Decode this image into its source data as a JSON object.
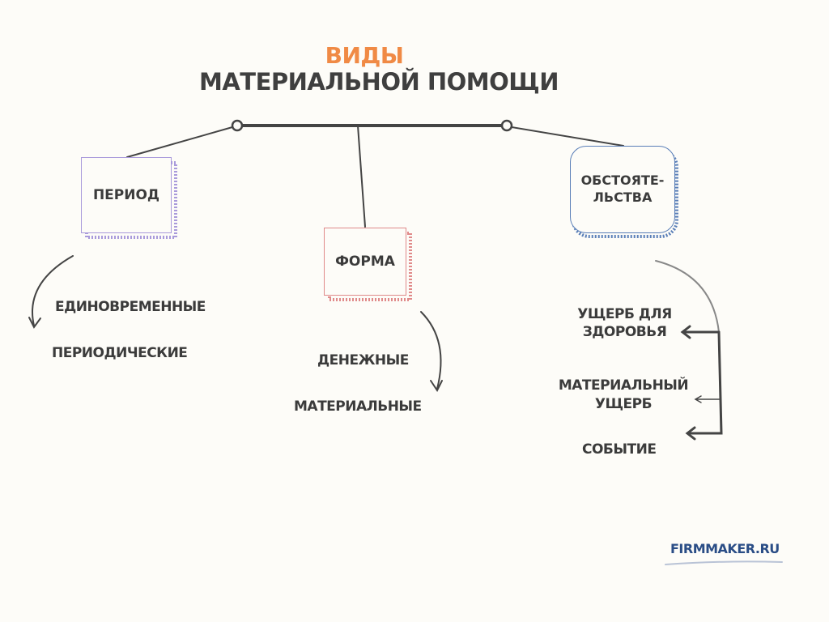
{
  "title": {
    "line1": "Виды",
    "line2": "Материальной помощи"
  },
  "nodes": {
    "period": {
      "label": "Период",
      "items": [
        "Единовременные",
        "Периодические"
      ],
      "color": "#a99adb"
    },
    "form": {
      "label": "Форма",
      "items": [
        "Денежные",
        "Материальные"
      ],
      "color": "#e08a8a"
    },
    "circumstances": {
      "label_line1": "Обстояте-",
      "label_line2": "льства",
      "items": [
        "Ущерб для",
        "здоровья",
        "Материальный",
        "ущерб",
        "Событие"
      ],
      "color": "#5a7fb8"
    }
  },
  "brand": "FIRMMAKER.RU"
}
